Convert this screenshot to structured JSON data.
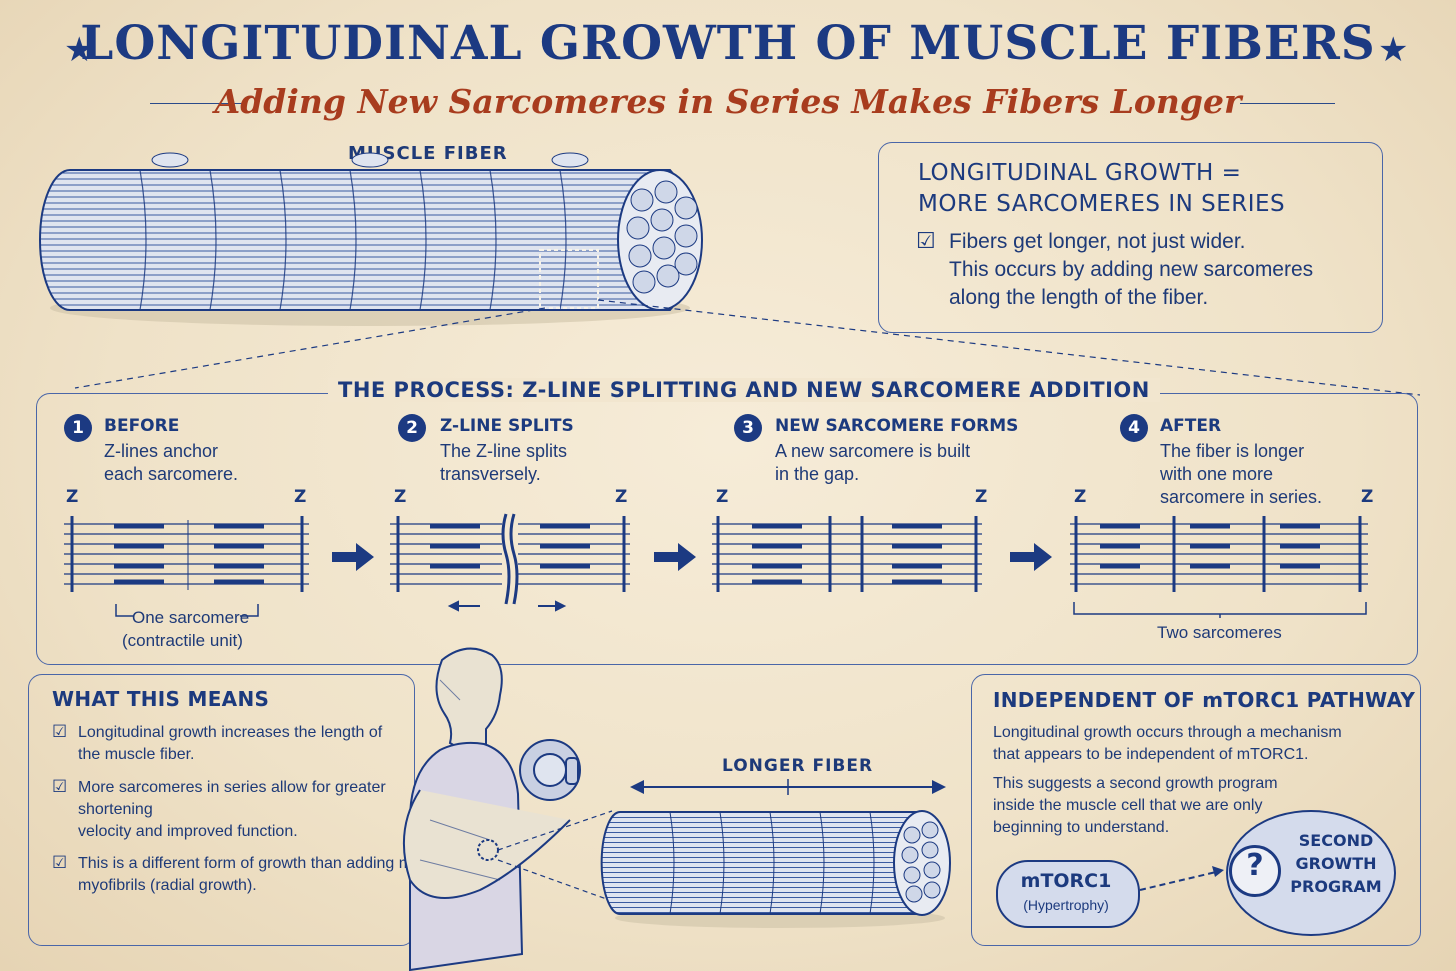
{
  "header": {
    "title": "LONGITUDINAL GROWTH OF MUSCLE FIBERS",
    "subtitle": "Adding New Sarcomeres in Series Makes Fibers Longer",
    "star": "★"
  },
  "fiber": {
    "label": "MUSCLE FIBER"
  },
  "summary_box": {
    "heading_line1": "LONGITUDINAL GROWTH =",
    "heading_line2": "MORE SARCOMERES IN SERIES",
    "check": "☑",
    "lines": [
      "Fibers get longer, not just wider.",
      "This occurs by adding new sarcomeres",
      "along the length of the fiber."
    ]
  },
  "process": {
    "title": "THE PROCESS: Z-LINE SPLITTING AND NEW SARCOMERE ADDITION",
    "z": "Z",
    "steps": [
      {
        "num": "1",
        "title": "BEFORE",
        "lines": [
          "Z-lines anchor",
          "each sarcomere."
        ]
      },
      {
        "num": "2",
        "title": "Z-LINE SPLITS",
        "lines": [
          "The Z-line splits",
          "transversely."
        ]
      },
      {
        "num": "3",
        "title": "NEW SARCOMERE FORMS",
        "lines": [
          "A new sarcomere is built",
          "in the gap."
        ]
      },
      {
        "num": "4",
        "title": "AFTER",
        "lines": [
          "The fiber is longer",
          "with one more",
          "sarcomere in series."
        ]
      }
    ],
    "one_sarcomere": "One sarcomere",
    "contractile": "(contractile unit)",
    "two_sarcomeres": "Two sarcomeres"
  },
  "meaning": {
    "title": "WHAT THIS MEANS",
    "check": "☑",
    "items": [
      [
        "Longitudinal growth increases the length of",
        "the muscle fiber."
      ],
      [
        "More sarcomeres in series allow for greater",
        "shortening",
        "velocity and improved function."
      ],
      [
        "This is a different form of growth than adding more",
        "myofibrils (radial growth)."
      ]
    ]
  },
  "longer_fiber": {
    "label": "LONGER FIBER"
  },
  "mtorc": {
    "title": "INDEPENDENT OF mTORC1 PATHWAY",
    "p1": [
      "Longitudinal growth occurs through a mechanism",
      "that appears to be independent of mTORC1."
    ],
    "p2": [
      "This suggests a second growth program",
      "inside the muscle cell that we are only",
      "beginning to understand."
    ],
    "node1_title": "mTORC1",
    "node1_sub": "(Hypertrophy)",
    "q": "?",
    "node2": [
      "SECOND",
      "GROWTH",
      "PROGRAM"
    ]
  },
  "colors": {
    "ink": "#1c3a82",
    "accent": "#a83c1e",
    "paper": "#f2e6cf"
  }
}
